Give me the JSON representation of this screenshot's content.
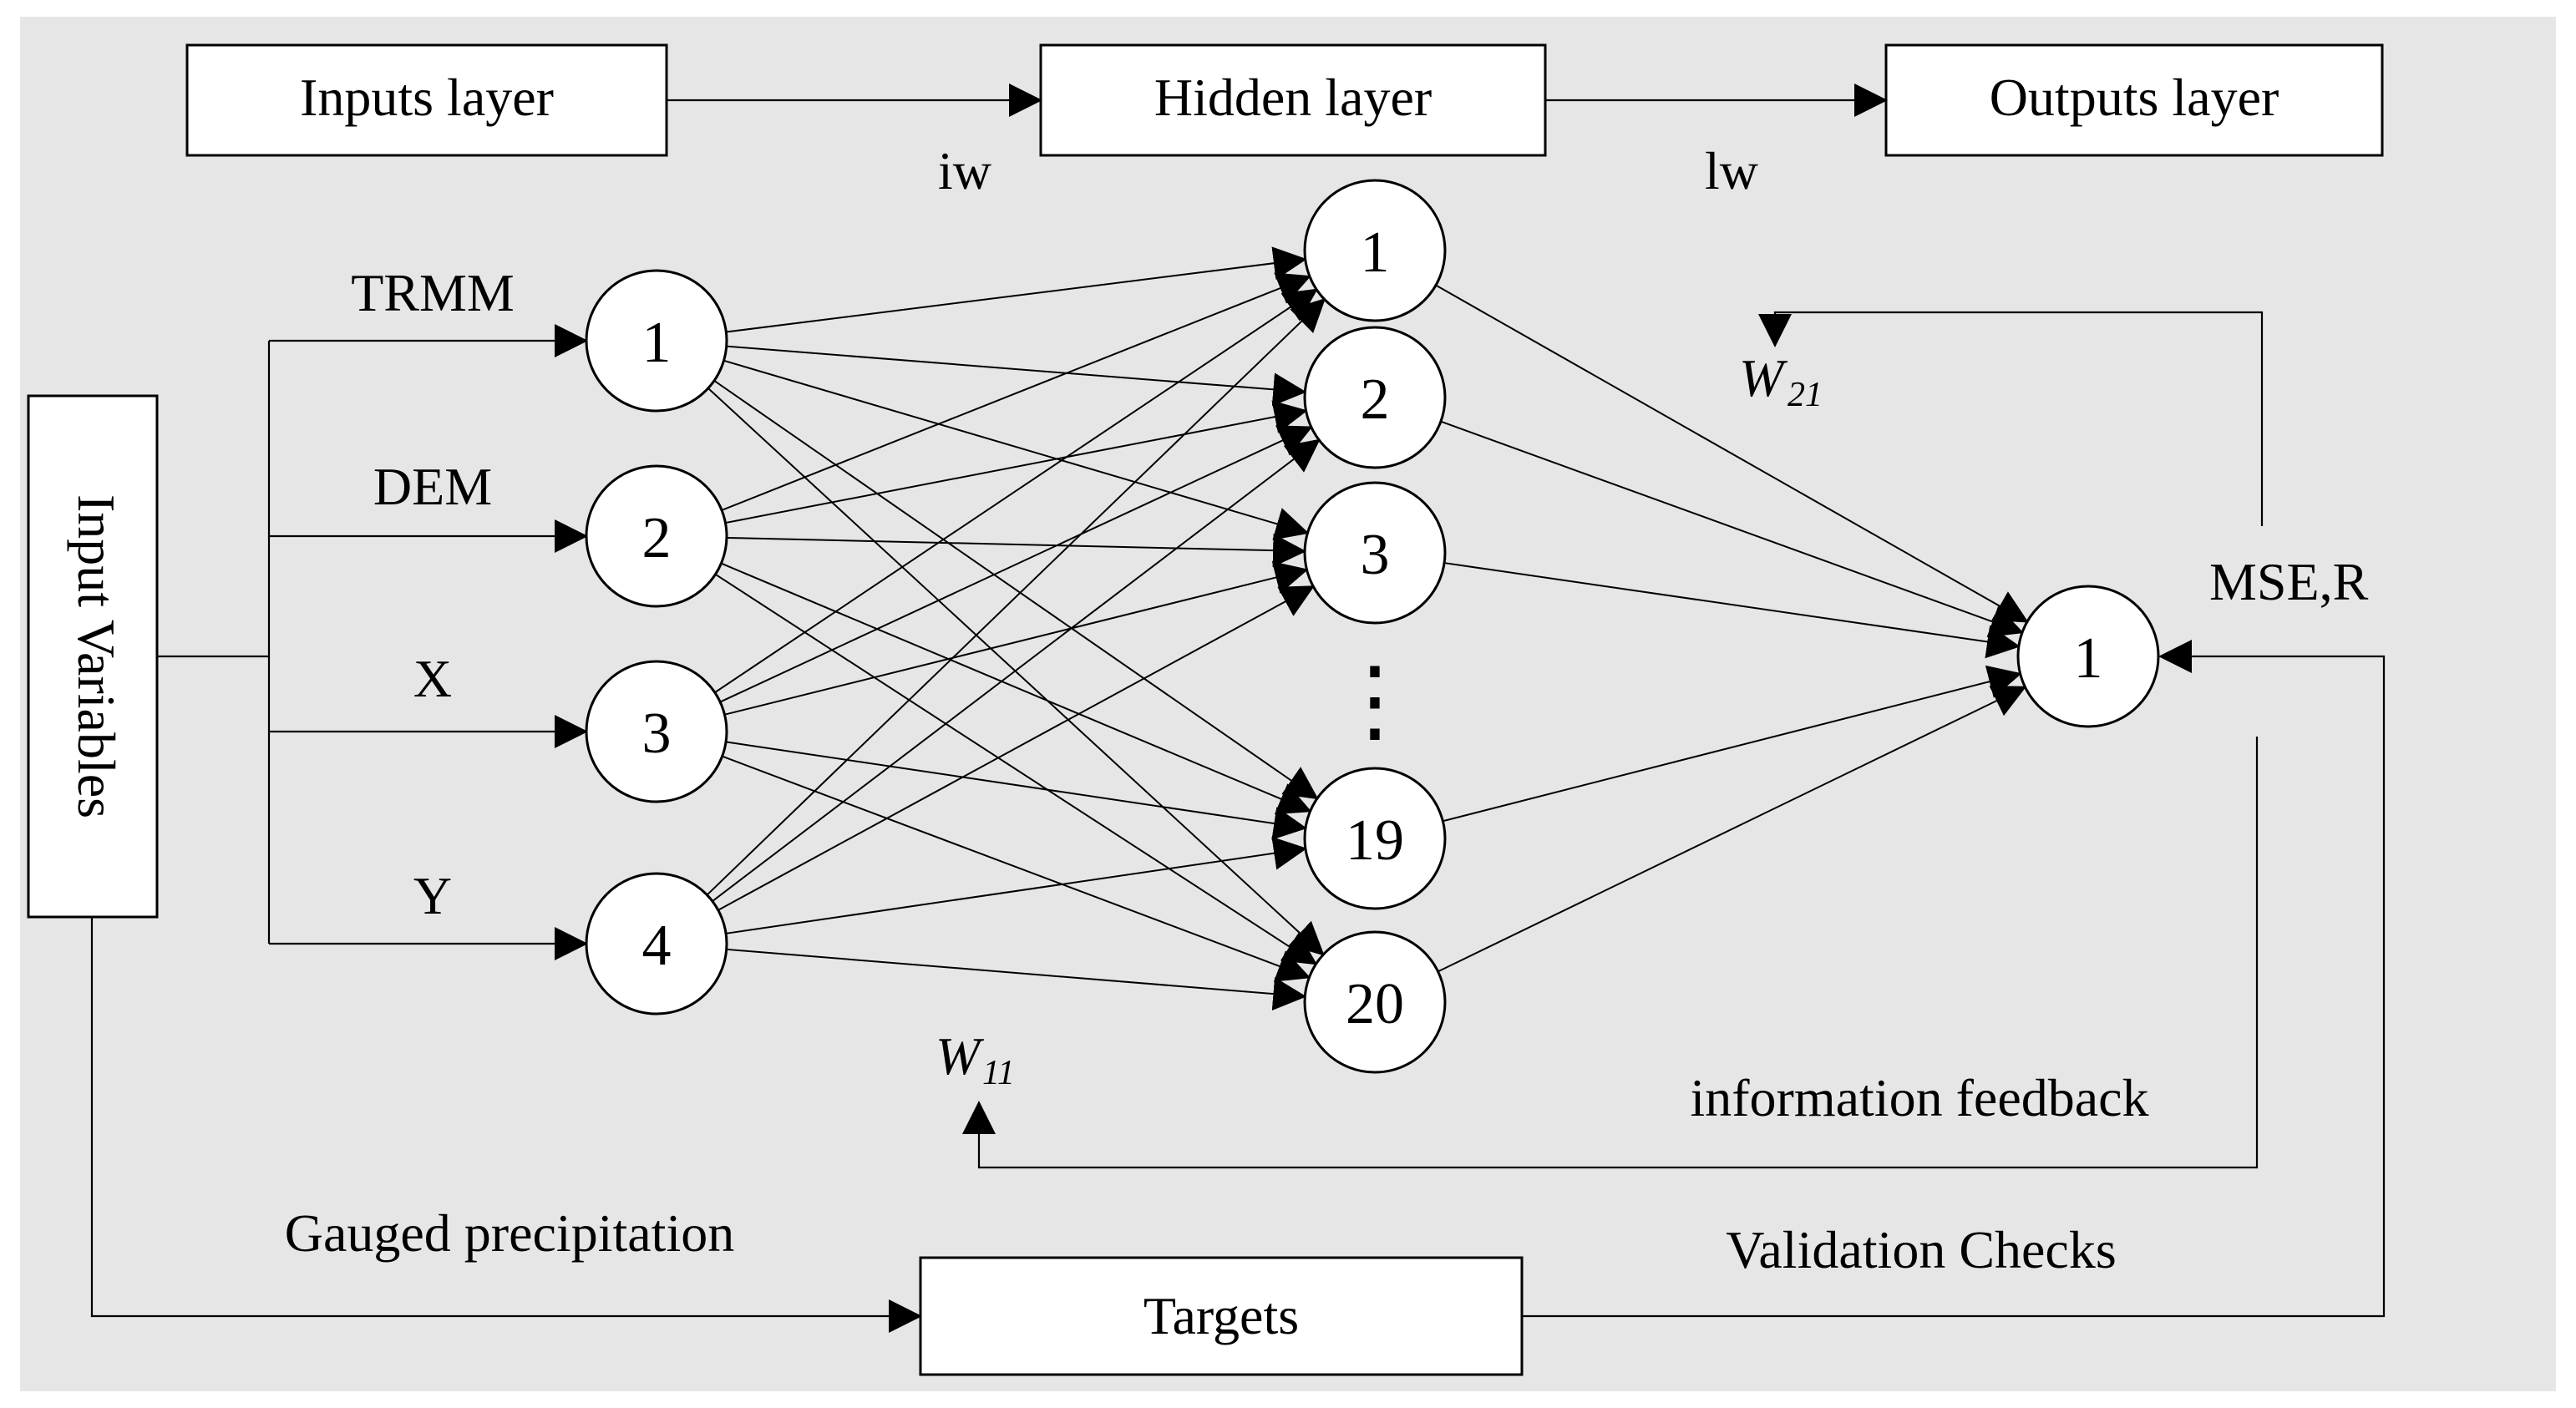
{
  "header": {
    "inputs_layer": "Inputs layer",
    "hidden_layer": "Hidden layer",
    "outputs_layer": "Outputs layer",
    "iw": "iw",
    "lw": "lw"
  },
  "input_box": "Input Variables",
  "input_variables": [
    "TRMM",
    "DEM",
    "X",
    "Y"
  ],
  "input_nodes": [
    "1",
    "2",
    "3",
    "4"
  ],
  "hidden_nodes": [
    "1",
    "2",
    "3",
    "19",
    "20"
  ],
  "ellipsis": "⋮",
  "output_node": "1",
  "weights": {
    "w21_main": "W",
    "w21_sub": "21",
    "w11_main": "W",
    "w11_sub": "11"
  },
  "labels": {
    "mse_r": "MSE,R",
    "information_feedback": "information feedback",
    "validation_checks": "Validation Checks",
    "gauged_precipitation": "Gauged precipitation",
    "targets": "Targets"
  }
}
